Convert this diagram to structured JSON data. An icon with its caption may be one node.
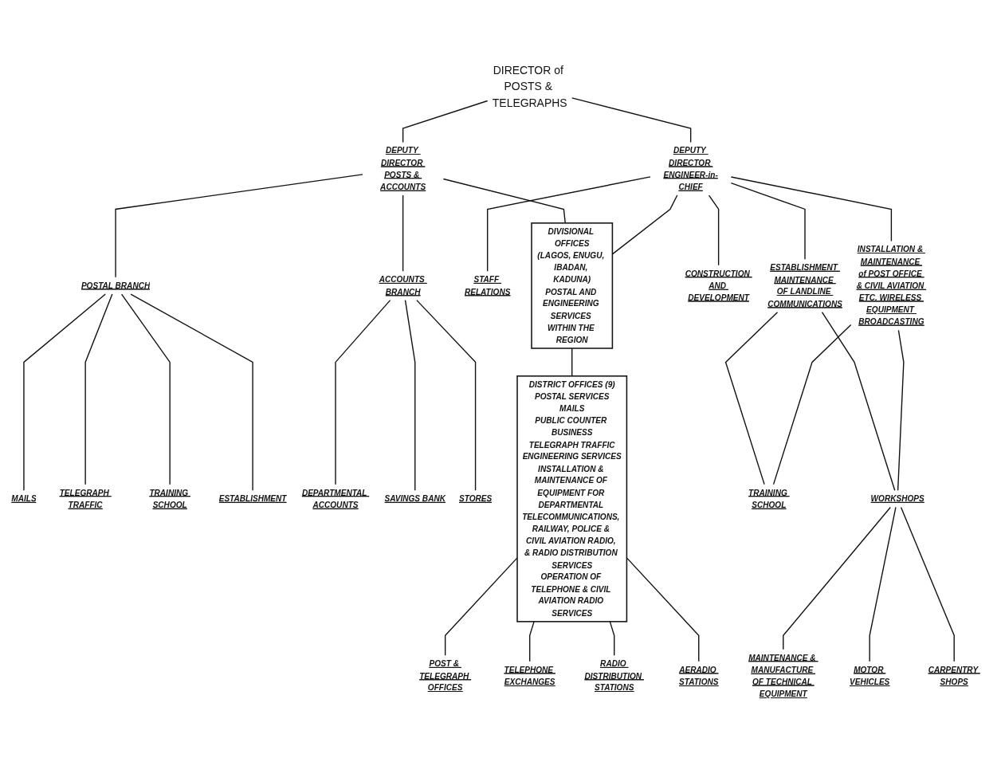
{
  "diagram": {
    "nodes": [
      {
        "text": [
          "DIRECTOR of POSTS & TELEGRAPHS"
        ]
      },
      {
        "text": [
          "DEPUTY DIRECTOR POSTS & ACCOUNTS"
        ]
      },
      {
        "text": [
          "DEPUTY DIRECTOR ENGINEER-in-CHIEF"
        ]
      },
      {
        "text": [
          "POSTAL BRANCH"
        ]
      },
      {
        "text": [
          "MAILS"
        ]
      },
      {
        "text": [
          "TELEGRAPH TRAFFIC"
        ]
      },
      {
        "text": [
          "TRAINING SCHOOL"
        ]
      },
      {
        "text": [
          "ESTABLISHMENT"
        ]
      },
      {
        "text": [
          "ACCOUNTS BRANCH"
        ]
      },
      {
        "text": [
          "DEPARTMENTAL ACCOUNTS"
        ]
      },
      {
        "text": [
          "SAVINGS BANK"
        ]
      },
      {
        "text": [
          "STORES"
        ]
      },
      {
        "text": [
          "STAFF RELATIONS"
        ]
      },
      {
        "text": [
          "ESTABLISHMENT MAINTENANCE OF LANDLINE COMMUNICATIONS"
        ]
      },
      {
        "text": [
          "CONSTRUCTION AND DEVELOPMENT"
        ]
      },
      {
        "text": [
          "INSTALLATION & MAINTENANCE of POST OFFICE & CIVIL AVIATION ETC. WIRELESS EQUIPMENT BROADCASTING"
        ]
      },
      {
        "text": [
          "WORKSHOPS"
        ]
      },
      {
        "text": [
          "TRAINING SCHOOL"
        ]
      },
      {
        "text": [
          "MAINTENANCE & MANUFACTURE OF TECHNICAL EQUIPMENT"
        ]
      },
      {
        "text": [
          "MOTOR VEHICLES"
        ]
      },
      {
        "text": [
          "CARPENTRY SHOPS"
        ]
      },
      {
        "text": [
          "DIVISIONAL OFFICES",
          "(LAGOS, ENUGU, IBADAN, KADUNA)",
          "POSTAL AND ENGINEERING SERVICES WITHIN THE REGION"
        ]
      },
      {
        "text": [
          "DISTRICT OFFICES (9)",
          "POSTAL SERVICES",
          "MAILS",
          "PUBLIC COUNTER BUSINESS",
          "TELEGRAPH TRAFFIC",
          "ENGINEERING SERVICES",
          "INSTALLATION & MAINTENANCE OF EQUIPMENT FOR DEPARTMENTAL TELECOMMUNICATIONS, RAILWAY, POLICE & CIVIL AVIATION RADIO, & RADIO DISTRIBUTION SERVICES",
          "OPERATION OF TELEPHONE & CIVIL AVIATION RADIO SERVICES"
        ]
      },
      {
        "text": [
          "POST & TELEGRAPH OFFICES"
        ]
      },
      {
        "text": [
          "TELEPHONE EXCHANGES"
        ]
      },
      {
        "text": [
          "RADIO DISTRIBUTION STATIONS"
        ]
      },
      {
        "text": [
          "AERADIO STATIONS"
        ]
      }
    ],
    "edges": [
      {
        "from": 0,
        "to": 1,
        "arrow": "none"
      },
      {
        "from": 0,
        "to": 2,
        "arrow": "none"
      },
      {
        "from": 1,
        "to": 3,
        "arrow": "none"
      },
      {
        "from": 1,
        "to": 8,
        "arrow": "none"
      },
      {
        "from": 3,
        "to": 4,
        "arrow": "none"
      },
      {
        "from": 3,
        "to": 5,
        "arrow": "none"
      },
      {
        "from": 3,
        "to": 6,
        "arrow": "none"
      },
      {
        "from": 3,
        "to": 7,
        "arrow": "none"
      },
      {
        "from": 8,
        "to": 9,
        "arrow": "none"
      },
      {
        "from": 8,
        "to": 10,
        "arrow": "none"
      },
      {
        "from": 8,
        "to": 11,
        "arrow": "none"
      },
      {
        "from": 2,
        "to": 12,
        "arrow": "none"
      },
      {
        "from": 2,
        "to": 13,
        "arrow": "none"
      },
      {
        "from": 2,
        "to": 14,
        "arrow": "none"
      },
      {
        "from": 2,
        "to": 15,
        "arrow": "none"
      },
      {
        "from": 13,
        "to": 16,
        "arrow": "none"
      },
      {
        "from": 13,
        "to": 17,
        "arrow": "none"
      },
      {
        "from": 15,
        "to": 16,
        "arrow": "none"
      },
      {
        "from": 15,
        "to": 17,
        "arrow": "none"
      },
      {
        "from": 16,
        "to": 18,
        "arrow": "none"
      },
      {
        "from": 16,
        "to": 19,
        "arrow": "none"
      },
      {
        "from": 16,
        "to": 20,
        "arrow": "none"
      },
      {
        "from": 1,
        "to": 21,
        "arrow": "none"
      },
      {
        "from": 2,
        "to": 21,
        "arrow": "none"
      },
      {
        "from": 21,
        "to": 22,
        "arrow": "none"
      },
      {
        "from": 22,
        "to": 23,
        "arrow": "none"
      },
      {
        "from": 22,
        "to": 24,
        "arrow": "none"
      },
      {
        "from": 22,
        "to": 25,
        "arrow": "none"
      },
      {
        "from": 22,
        "to": 26,
        "arrow": "none"
      }
    ]
  }
}
